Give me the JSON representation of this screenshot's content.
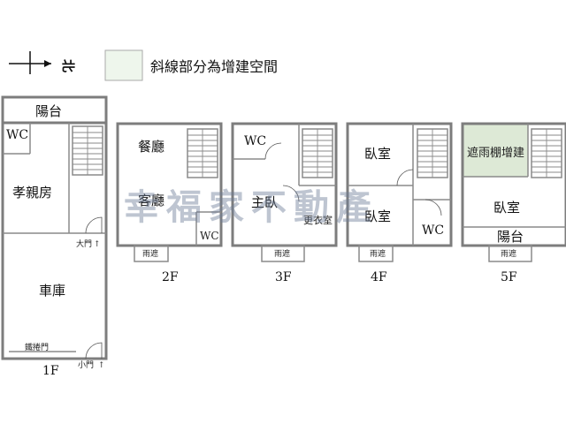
{
  "legend": {
    "text": "斜線部分為增建空間",
    "swatch_color": "#eef6ec"
  },
  "compass": {
    "label": "北",
    "icon": "north-arrow-icon"
  },
  "watermark": "幸福家不動產",
  "floors": {
    "f1": {
      "label": "1F",
      "rooms": {
        "balcony": "陽台",
        "wc": "WC",
        "parents_room": "孝親房",
        "garage": "車庫"
      },
      "notes": {
        "main_door": "大門",
        "iron_gate": "鐵捲門",
        "side_door": "小門"
      }
    },
    "f2": {
      "label": "2F",
      "rooms": {
        "dining": "餐廳",
        "living": "客廳",
        "wc": "WC"
      },
      "notes": {
        "canopy": "雨遮"
      }
    },
    "f3": {
      "label": "3F",
      "rooms": {
        "wc": "WC",
        "master": "主臥",
        "closet": "更衣室"
      },
      "notes": {
        "canopy": "雨遮"
      }
    },
    "f4": {
      "label": "4F",
      "rooms": {
        "bedroom_a": "臥室",
        "bedroom_b": "臥室",
        "wc": "WC"
      },
      "notes": {
        "canopy": "雨遮"
      }
    },
    "f5": {
      "label": "5F",
      "rooms": {
        "addition": "遮雨棚增建",
        "bedroom": "臥室",
        "balcony": "陽台"
      },
      "notes": {
        "canopy": "雨遮"
      },
      "addition_color": "#dde9d6"
    }
  }
}
